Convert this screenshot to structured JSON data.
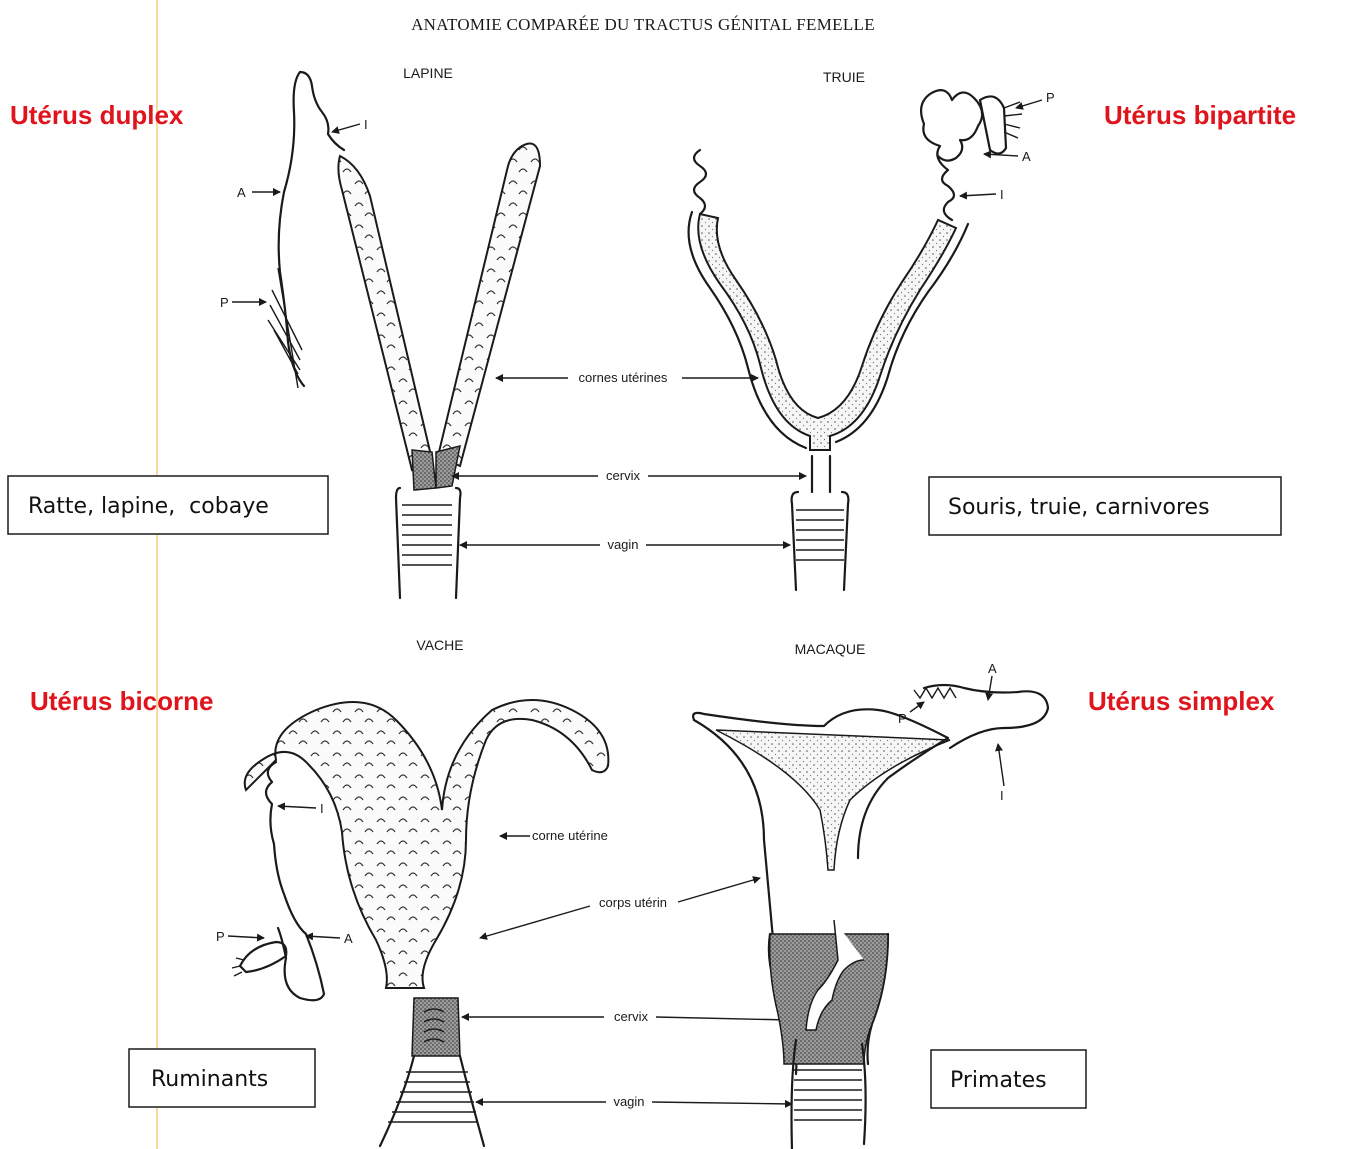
{
  "title": "ANATOMIE COMPARÉE DU TRACTUS GÉNITAL FEMELLE",
  "panels": {
    "lapine": {
      "species": "LAPINE",
      "type": "Utérus duplex",
      "examples": "Ratte, lapine,  cobaye"
    },
    "truie": {
      "species": "TRUIE",
      "type": "Utérus bipartite",
      "examples": "Souris, truie, carnivores"
    },
    "vache": {
      "species": "VACHE",
      "type": "Utérus bicorne",
      "examples": "Ruminants"
    },
    "macaque": {
      "species": "MACAQUE",
      "type": "Utérus simplex",
      "examples": "Primates"
    }
  },
  "labels": {
    "cornes": "cornes utérines",
    "corne": "corne utérine",
    "corps": "corps utérin",
    "cervix": "cervix",
    "vagin": "vagin",
    "i": "I",
    "a": "A",
    "p": "P"
  },
  "colors": {
    "accent": "#e0141c",
    "line": "#1a1a1a",
    "shade": "#8a8a8a"
  }
}
